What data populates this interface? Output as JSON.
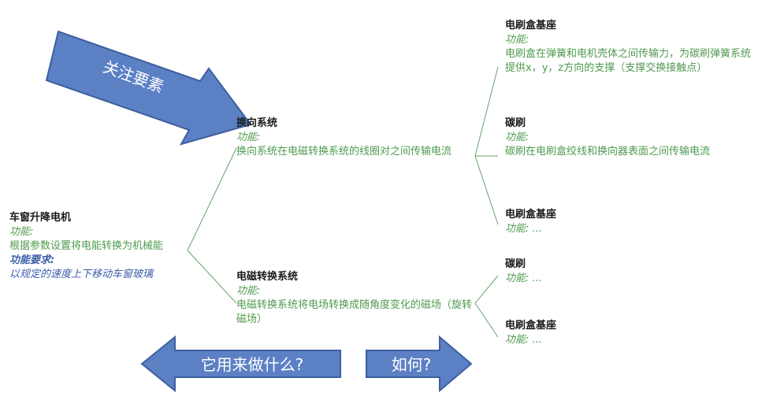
{
  "arrows": {
    "focus": "关注要素",
    "what_for": "它用来做什么?",
    "how": "如何?"
  },
  "nodes": {
    "motor": {
      "title": "车窗升降电机",
      "function_label": "功能:",
      "function_text": "根据参数设置将电能转换为机械能",
      "requirement_label": "功能要求:",
      "requirement_text": "以规定的速度上下移动车窗玻璃"
    },
    "commutation": {
      "title": "换向系统",
      "function_label": "功能:",
      "function_text": "换向系统在电磁转换系统的线圈对之间传输电流"
    },
    "electromagnetic": {
      "title": "电磁转换系统",
      "function_label": "功能:",
      "function_text": "电磁转换系统将电场转换成随角度变化的磁场（旋转磁场）"
    },
    "brush_holder_1": {
      "title": "电刷盒基座",
      "function_label": "功能:",
      "function_text": "电刷盒在弹簧和电机壳体之间传输力，为碳刷弹簧系统提供x，y，z方向的支撑（支撑交换接触点）"
    },
    "carbon_brush_1": {
      "title": "碳刷",
      "function_label": "功能:",
      "function_text": "碳刷在电刷盒绞线和换向器表面之间传输电流"
    },
    "brush_holder_2": {
      "title": "电刷盒基座",
      "function_label": "功能: ..."
    },
    "carbon_brush_2": {
      "title": "碳刷",
      "function_label": "功能: ..."
    },
    "brush_holder_3": {
      "title": "电刷盒基座",
      "function_label": "功能: ..."
    }
  },
  "colors": {
    "arrow_fill": "#5b80c4",
    "arrow_stroke": "#3d5f9e",
    "connector": "#6aa06a",
    "function_text": "#4f9a4f",
    "requirement_text": "#3a5ca8"
  }
}
